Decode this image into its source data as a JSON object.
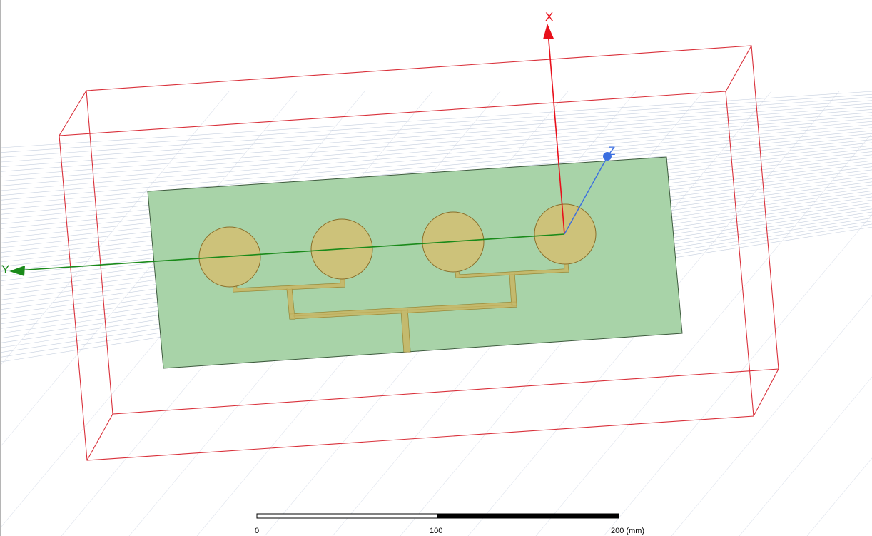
{
  "viewport": {
    "axes": {
      "x_label": "X",
      "y_label": "Y",
      "z_label": "Z",
      "x_color": "#e8101b",
      "y_color": "#1a8a1a",
      "z_color": "#3a6ee0"
    },
    "substrate_color": "#a8d3a8",
    "patch_color": "#cdc27a",
    "feedline_color": "#c8b664",
    "airbox_color": "#d9303a",
    "grid_color": "#b8c4d6",
    "patch_count": 4
  },
  "scale_bar": {
    "ticks": [
      "0",
      "100",
      "200 (mm)"
    ]
  }
}
